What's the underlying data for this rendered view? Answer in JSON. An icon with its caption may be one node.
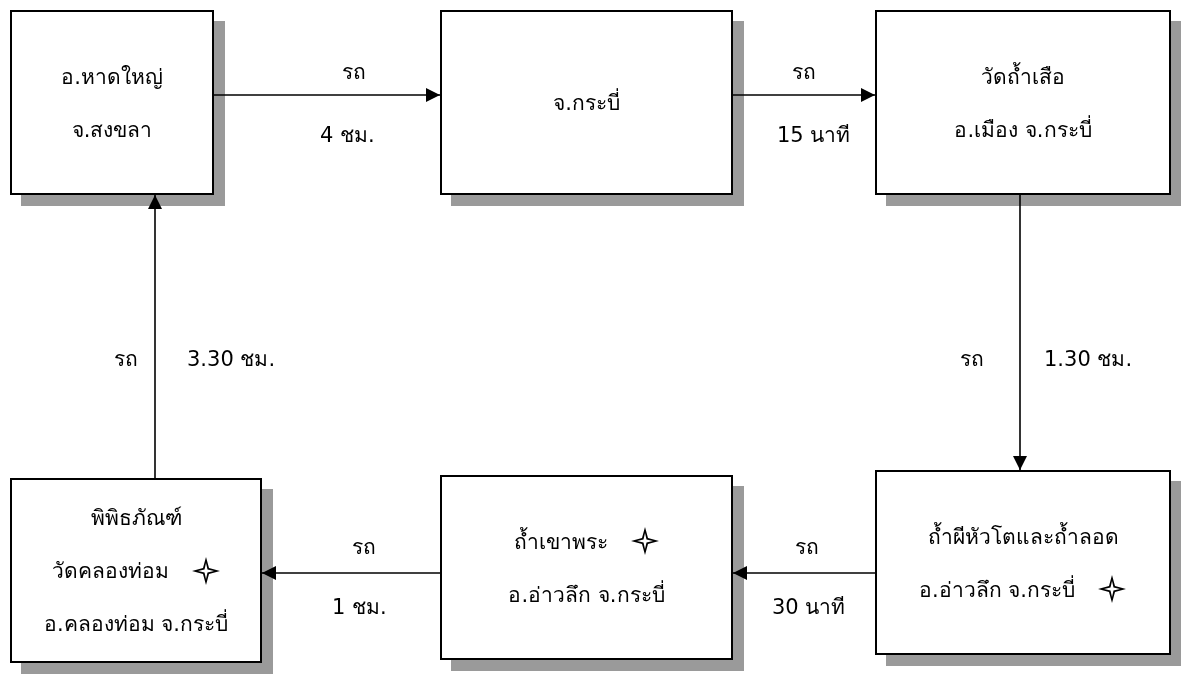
{
  "diagram": {
    "nodes": [
      {
        "text": [
          "อ.หาดใหญ่",
          "จ.สงขลา"
        ]
      },
      {
        "text": [
          "จ.กระบี่"
        ]
      },
      {
        "text": [
          "วัดถ้ำเสือ",
          "อ.เมือง จ.กระบี่"
        ]
      },
      {
        "text": [
          "ถ้ำผีหัวโตและถ้ำลอด",
          "อ.อ่าวลึก จ.กระบี่"
        ]
      },
      {
        "text": [
          "ถ้ำเขาพระ",
          "อ.อ่าวลึก จ.กระบี่"
        ]
      },
      {
        "text": [
          "พิพิธภัณฑ์",
          "วัดคลองท่อม",
          "อ.คลองท่อม จ.กระบี่"
        ]
      }
    ],
    "edges": [
      {
        "from": 0,
        "to": 1,
        "arrow": "to",
        "label": "รถ"
      },
      {
        "from": 1,
        "to": 2,
        "arrow": "to",
        "label": "รถ"
      },
      {
        "from": 2,
        "to": 3,
        "arrow": "to",
        "label": "รถ"
      },
      {
        "from": 3,
        "to": 4,
        "arrow": "to",
        "label": "รถ"
      },
      {
        "from": 4,
        "to": 5,
        "arrow": "to",
        "label": "รถ"
      },
      {
        "from": 5,
        "to": 0,
        "arrow": "to",
        "label": "รถ"
      }
    ],
    "labels": [
      "4 ชม.",
      "15 นาที",
      "1.30 ชม.",
      "30 นาที",
      "1 ชม.",
      "3.30 ชม."
    ]
  }
}
